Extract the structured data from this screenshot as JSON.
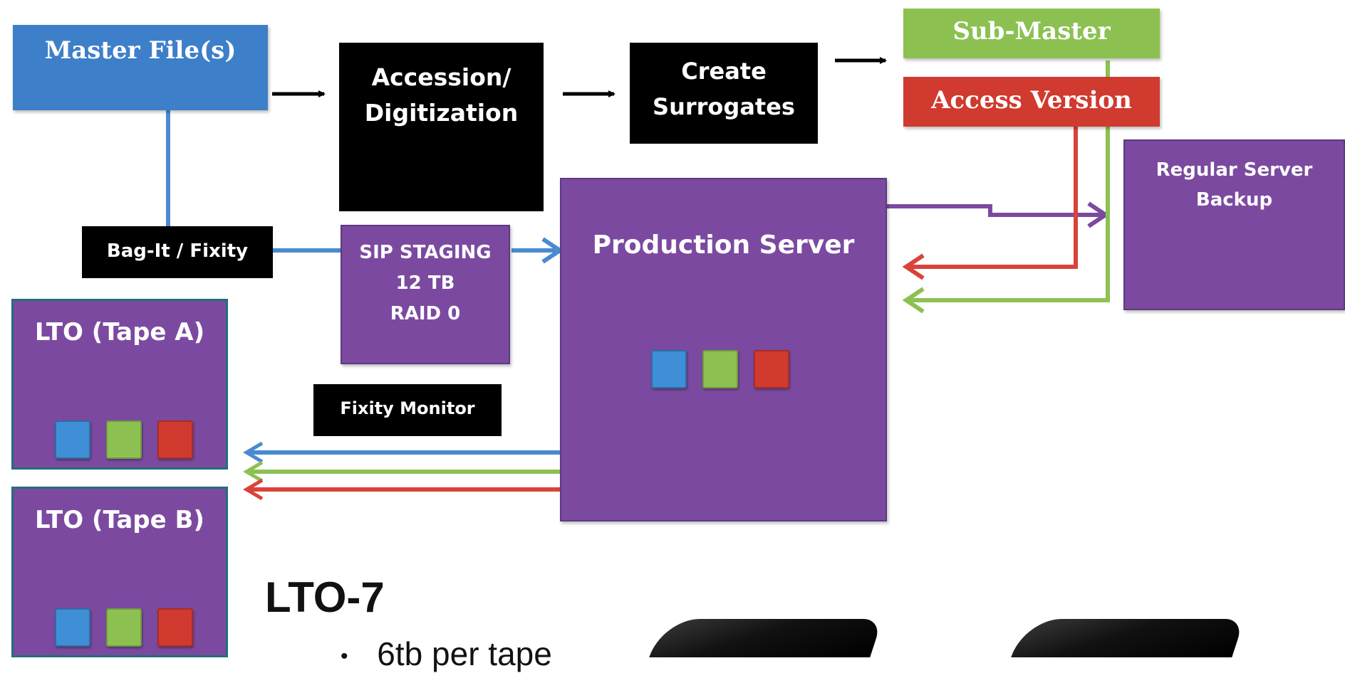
{
  "nodes": {
    "master": "Master File(s)",
    "accession": [
      "Accession/",
      "Digitization"
    ],
    "surrogates": [
      "Create",
      "Surrogates"
    ],
    "submaster": "Sub-Master",
    "access": "Access Version",
    "backup": [
      "Regular Server",
      "Backup"
    ],
    "bagit": "Bag-It / Fixity",
    "sip": [
      "SIP STAGING",
      "12 TB",
      "RAID 0"
    ],
    "production": "Production Server",
    "fixity": "Fixity Monitor",
    "tape_a": "LTO  (Tape A)",
    "tape_b": "LTO (Tape B)"
  },
  "lto": {
    "heading": "LTO-7",
    "bullet": "6tb per tape"
  },
  "colors": {
    "blue": "#3e7fc9",
    "green": "#8cc152",
    "red": "#d03a2f",
    "purple": "#7b4aa0",
    "black": "#000000"
  }
}
